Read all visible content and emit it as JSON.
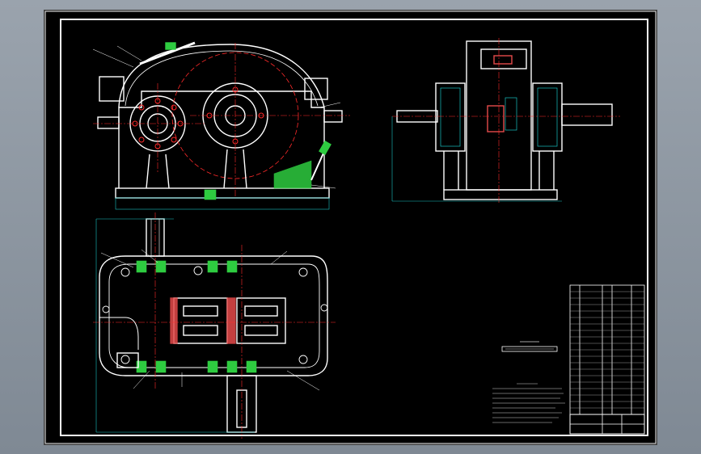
{
  "drawing": {
    "title": "",
    "notes_text": "",
    "title_block_text": ""
  },
  "colors": {
    "sheet": "#000000",
    "outline": "#ffffff",
    "centerline": "#ff2a2a",
    "dimension": "#19c3c3",
    "hatch": "#2ecc40",
    "accent": "#e54b4b",
    "backdrop": "#8f99a3"
  },
  "views": [
    "front-elevation",
    "side-elevation",
    "plan-section"
  ]
}
